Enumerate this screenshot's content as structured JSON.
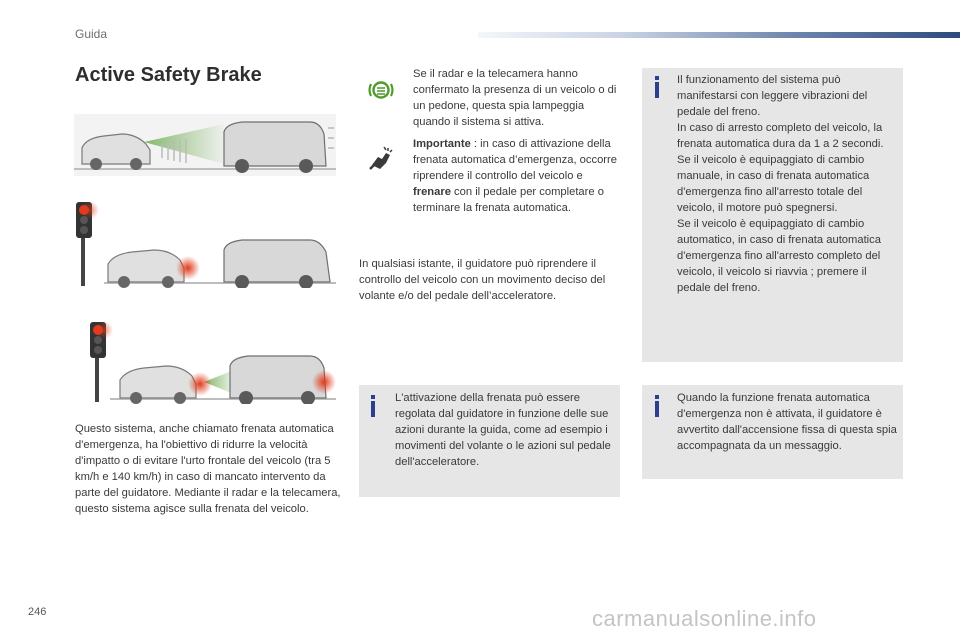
{
  "header": {
    "section_label": "Guida"
  },
  "title": "Active Safety Brake",
  "left_text": "Questo sistema, anche chiamato frenata automatica d'emergenza, ha l'obiettivo di ridurre la velocità d'impatto o di evitare l'urto frontale del veicolo (tra 5 km/h e 140 km/h) in caso di mancato intervento da parte del guidatore. Mediante il radar e la telecamera, questo sistema agisce sulla frenata del veicolo.",
  "middle": {
    "warning_text": "Se il radar e la telecamera hanno confermato la presenza di un veicolo o di un pedone, questa spia lampeggia quando il sistema si attiva.",
    "important_label": "Importante",
    "important_text_1": " : in caso di attivazione della frenata automatica d’emergenza, occorre riprendere il controllo del veicolo e ",
    "important_bold": "frenare",
    "important_text_2": " con il pedale per completare o terminare la frenata automatica.",
    "paragraph": "In qualsiasi istante, il guidatore può riprendere il controllo del veicolo con un movimento deciso del volante e/o del pedale dell’acceleratore.",
    "info_box": "L'attivazione della frenata può essere regolata dal guidatore in funzione delle sue azioni durante la guida, come ad esempio i movimenti del volante o le azioni sul pedale dell'acceleratore."
  },
  "right": {
    "info_box_1_lines": [
      "Il funzionamento del sistema può manifestarsi con leggere vibrazioni del pedale del freno.",
      "In caso di arresto completo del veicolo, la frenata automatica dura da 1 a 2 secondi.",
      "Se il veicolo è equipaggiato di cambio manuale, in caso di frenata automatica d'emergenza fino all'arresto totale del veicolo, il motore può spegnersi.",
      "Se il veicolo è equipaggiato di cambio automatico, in caso di frenata automatica d'emergenza fino all'arresto completo del veicolo, il veicolo si riavvia ; premere il pedale del freno."
    ],
    "info_box_2": "Quando la funzione frenata automatica d'emergenza non è attivata, il guidatore è avvertito dall'accensione fissa di questa spia accompagnata da un messaggio."
  },
  "footer": {
    "page_number": "246",
    "watermark": "carmanualsonline.info"
  },
  "colors": {
    "info_icon": "#2b3e8f",
    "box_bg": "#e6e6e6",
    "warning_green": "#4f9a2b",
    "alert_red": "#e23a1c"
  }
}
